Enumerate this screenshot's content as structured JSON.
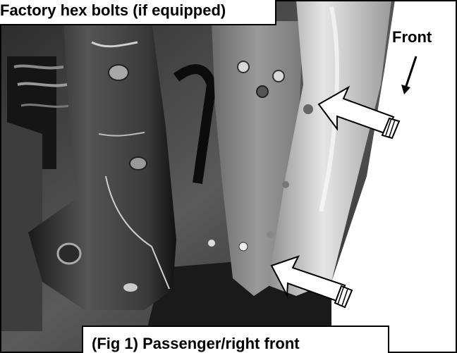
{
  "figure": {
    "top_caption": "Factory hex bolts (if equipped)",
    "bottom_caption": "(Fig 1) Passenger/right front",
    "direction_label": "Front"
  }
}
